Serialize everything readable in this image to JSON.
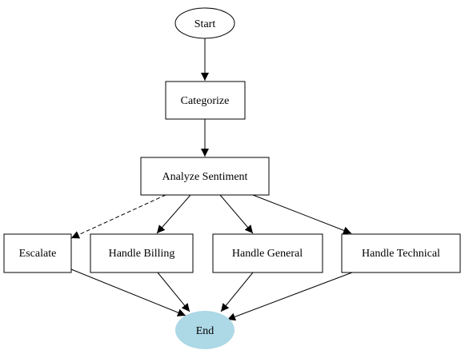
{
  "nodes": {
    "start": {
      "label": "Start"
    },
    "categorize": {
      "label": "Categorize"
    },
    "analyze": {
      "label": "Analyze Sentiment"
    },
    "escalate": {
      "label": "Escalate"
    },
    "billing": {
      "label": "Handle Billing"
    },
    "general": {
      "label": "Handle General"
    },
    "technical": {
      "label": "Handle Technical"
    },
    "end": {
      "label": "End"
    }
  },
  "edges": [
    {
      "from": "start",
      "to": "categorize",
      "style": "solid"
    },
    {
      "from": "categorize",
      "to": "analyze",
      "style": "solid"
    },
    {
      "from": "analyze",
      "to": "escalate",
      "style": "dashed"
    },
    {
      "from": "analyze",
      "to": "billing",
      "style": "solid"
    },
    {
      "from": "analyze",
      "to": "general",
      "style": "solid"
    },
    {
      "from": "analyze",
      "to": "technical",
      "style": "solid"
    },
    {
      "from": "escalate",
      "to": "end",
      "style": "solid"
    },
    {
      "from": "billing",
      "to": "end",
      "style": "solid"
    },
    {
      "from": "general",
      "to": "end",
      "style": "solid"
    },
    {
      "from": "technical",
      "to": "end",
      "style": "solid"
    }
  ],
  "colors": {
    "end_fill": "#add8e6",
    "stroke": "#000000"
  }
}
